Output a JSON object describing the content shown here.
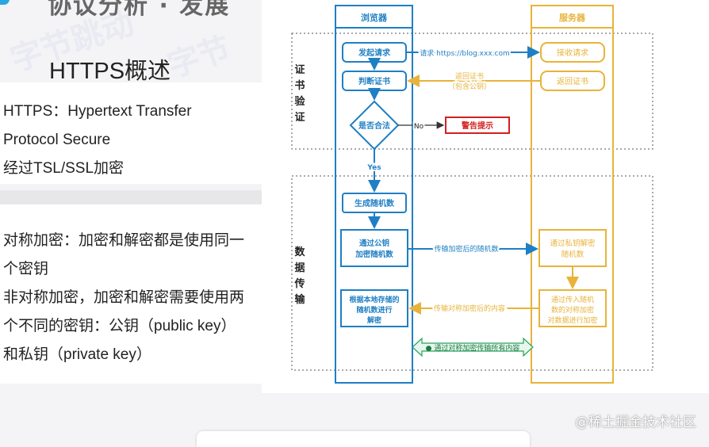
{
  "slide": {
    "top_title": "协议分析 · 发展",
    "section_title": "HTTPS概述",
    "lines1": [
      "HTTPS：Hypertext Transfer",
      "Protocol Secure",
      "经过TSL/SSL加密"
    ],
    "lines2": [
      "对称加密：加密和解密都是使用同一",
      "个密钥",
      "非对称加密，加密和解密需要使用两",
      "个不同的密钥：公钥（public key）",
      "和私钥（private key）"
    ]
  },
  "diagram": {
    "browser_title": "浏览器",
    "server_title": "服务器",
    "cert_section": "证书验证",
    "data_section": "数据传输",
    "nodes": {
      "send_request": "发起请求",
      "judge_cert": "判断证书",
      "is_valid": "是否合法",
      "warning": "警告提示",
      "gen_random": "生成随机数",
      "encrypt_random": [
        "通过公钥",
        "加密随机数"
      ],
      "decrypt_local": [
        "根据本地存储的",
        "随机数进行",
        "解密"
      ],
      "receive_request": "接收请求",
      "return_cert": "返回证书",
      "decrypt_private": [
        "通过私钥解密",
        "随机数"
      ],
      "encrypt_data": [
        "通过传入随机",
        "数的对称加密",
        "对数据进行加密"
      ]
    },
    "edges": {
      "request_label": "请求 https://blog.xxx.com",
      "return_cert_label": [
        "返回证书",
        "（包含公钥）"
      ],
      "no_label": "No",
      "yes_label": "Yes",
      "send_encrypted_label": "传输加密后的随机数",
      "send_content_label": "传输对称加密后的内容",
      "all_content_label": "● 通过对称加密传输所有内容"
    },
    "colors": {
      "blue": "#1f7fc4",
      "gold": "#e8b33a",
      "red": "#d32020",
      "green": "#27a35a"
    }
  },
  "footer": {
    "watermark": "@稀土掘金技术社区"
  }
}
